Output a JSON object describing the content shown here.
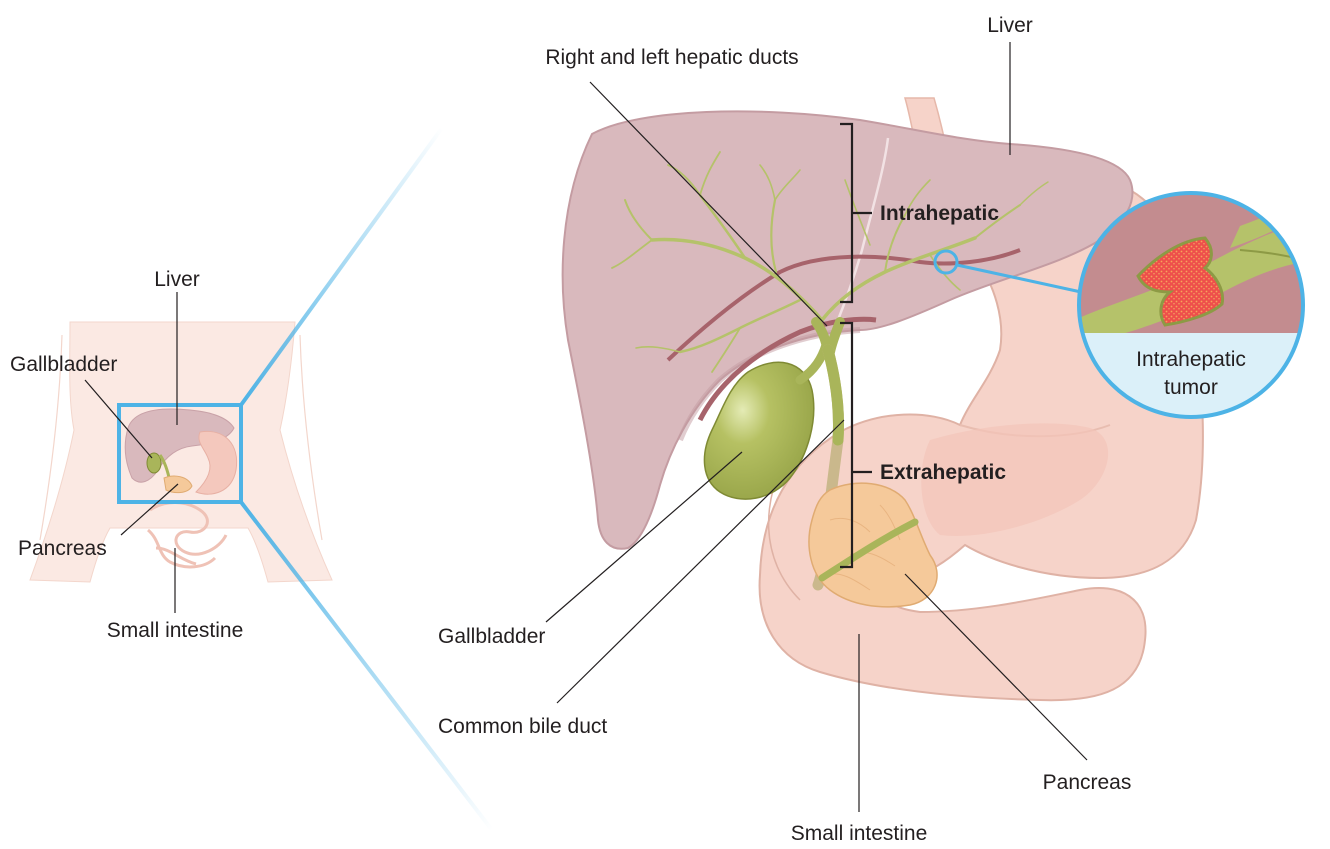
{
  "overview": {
    "liver_label": "Liver",
    "gallbladder_label": "Gallbladder",
    "pancreas_label": "Pancreas",
    "small_intestine_label": "Small intestine"
  },
  "detail": {
    "hepatic_ducts_label": "Right and left hepatic ducts",
    "liver_label": "Liver",
    "intrahepatic_label": "Intrahepatic",
    "extrahepatic_label": "Extrahepatic",
    "gallbladder_label": "Gallbladder",
    "common_bile_duct_label": "Common bile duct",
    "pancreas_label": "Pancreas",
    "small_intestine_label": "Small intestine"
  },
  "inset": {
    "caption_line1": "Intrahepatic",
    "caption_line2": "tumor"
  },
  "colors": {
    "highlight": "#4db3e6",
    "liver": "#d9b9bd",
    "bile_duct": "#b5c26a",
    "gallbladder": "#a9b55a",
    "pancreas": "#f5c99a",
    "intestine": "#f6d3c9",
    "tumor": "#e8524f"
  }
}
